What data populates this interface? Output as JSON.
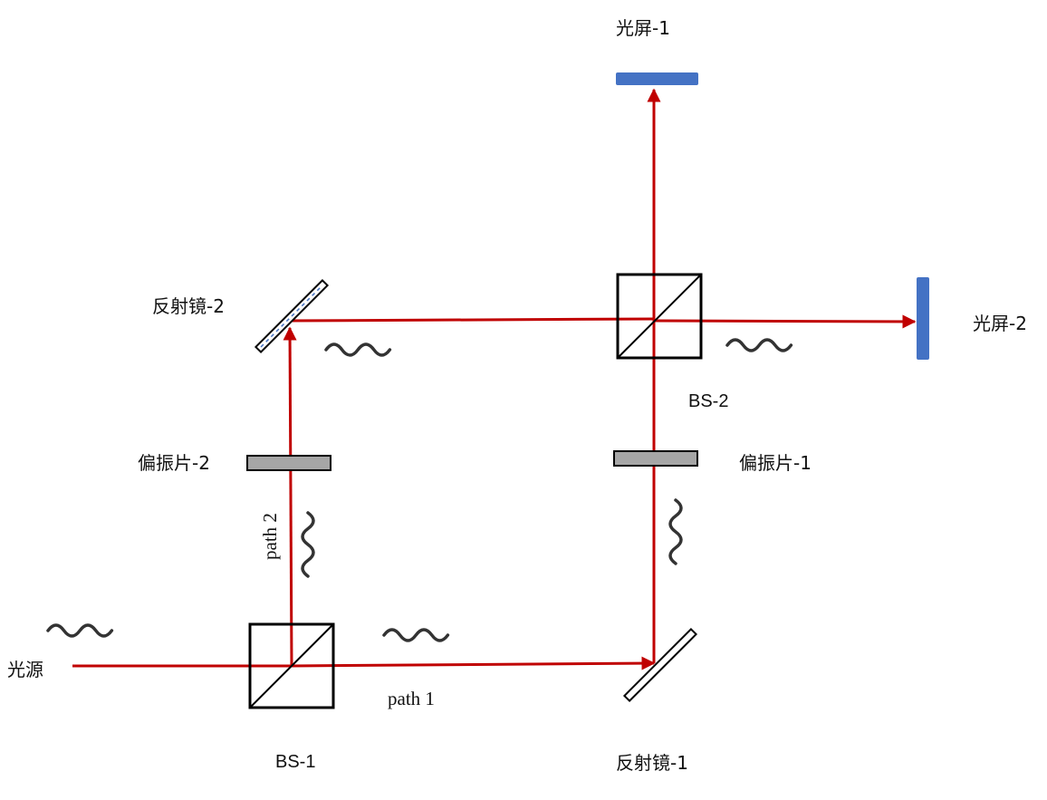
{
  "labels": {
    "source": "光源",
    "bs1": "BS-1",
    "bs2": "BS-2",
    "mirror1": "反射镜-1",
    "mirror2": "反射镜-2",
    "polarizer1": "偏振片-1",
    "polarizer2": "偏振片-2",
    "screen1": "光屏-1",
    "screen2": "光屏-2",
    "path1": "path 1",
    "path2": "path 2"
  },
  "colors": {
    "beam": "#c00000",
    "screen": "#4472c4",
    "polarizer": "#a6a6a6",
    "wave": "#333333",
    "outline": "#000000"
  }
}
